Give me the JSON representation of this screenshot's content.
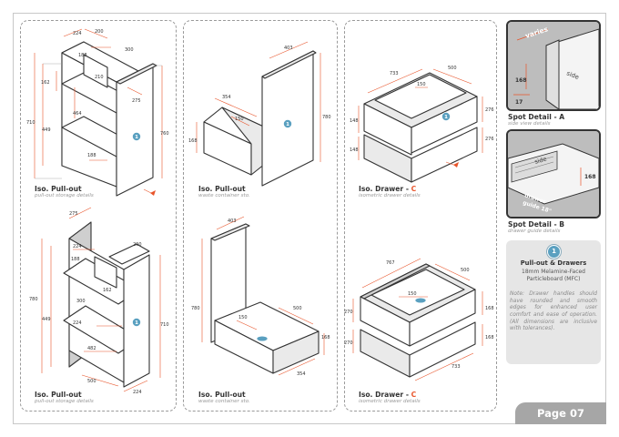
{
  "page": {
    "label": "Page 07"
  },
  "views": [
    {
      "title": "Iso. Pull-out",
      "sub": "pull-out storage details"
    },
    {
      "title": "Iso. Pull-out",
      "sub": "pull-out storage details"
    },
    {
      "title": "Iso. Pull-out",
      "sub": "waste container sto."
    },
    {
      "title": "Iso. Pull-out",
      "sub": "waste container sto."
    },
    {
      "title": "Iso. Drawer - ",
      "tag": "C",
      "sub": "isometric drawer details"
    },
    {
      "title": "Iso. Drawer - ",
      "tag": "C",
      "sub": "isometric drawer details"
    }
  ],
  "spots": [
    {
      "title": "Spot Detail - A",
      "sub": "side view details"
    },
    {
      "title": "Spot Detail - B",
      "sub": "drawer guide details"
    }
  ],
  "spot_labels": {
    "a_varies": "varies",
    "a_side": "side",
    "a_168": "168",
    "a_17": "17",
    "b_side": "side",
    "b_168": "168",
    "b_guide1": "drawer",
    "b_guide2": "guide 18\""
  },
  "info": {
    "badge": "1",
    "heading": "Pull-out & Drawers",
    "material1": "18mm Melamine-Faced",
    "material2": "Particleboard (MFC)",
    "note": "Note: Drawer handles should have rounded and smooth edges for enhanced user comfort and ease of operation. (All dimensions are inclusive with tolerances)."
  },
  "dims": {
    "p1": [
      "224",
      "200",
      "188",
      "300",
      "162",
      "210",
      "464",
      "275",
      "710",
      "449",
      "760",
      "188"
    ],
    "p2": [
      "275",
      "224",
      "200",
      "188",
      "162",
      "300",
      "780",
      "449",
      "224",
      "482",
      "710",
      "500",
      "224"
    ],
    "w1": [
      "403",
      "354",
      "150",
      "168",
      "780"
    ],
    "w2": [
      "403",
      "780",
      "150",
      "500",
      "168",
      "354"
    ],
    "d1": [
      "733",
      "500",
      "150",
      "148",
      "148",
      "276",
      "276"
    ],
    "d2": [
      "767",
      "500",
      "150",
      "270",
      "270",
      "168",
      "168",
      "733"
    ]
  },
  "marker": "1"
}
